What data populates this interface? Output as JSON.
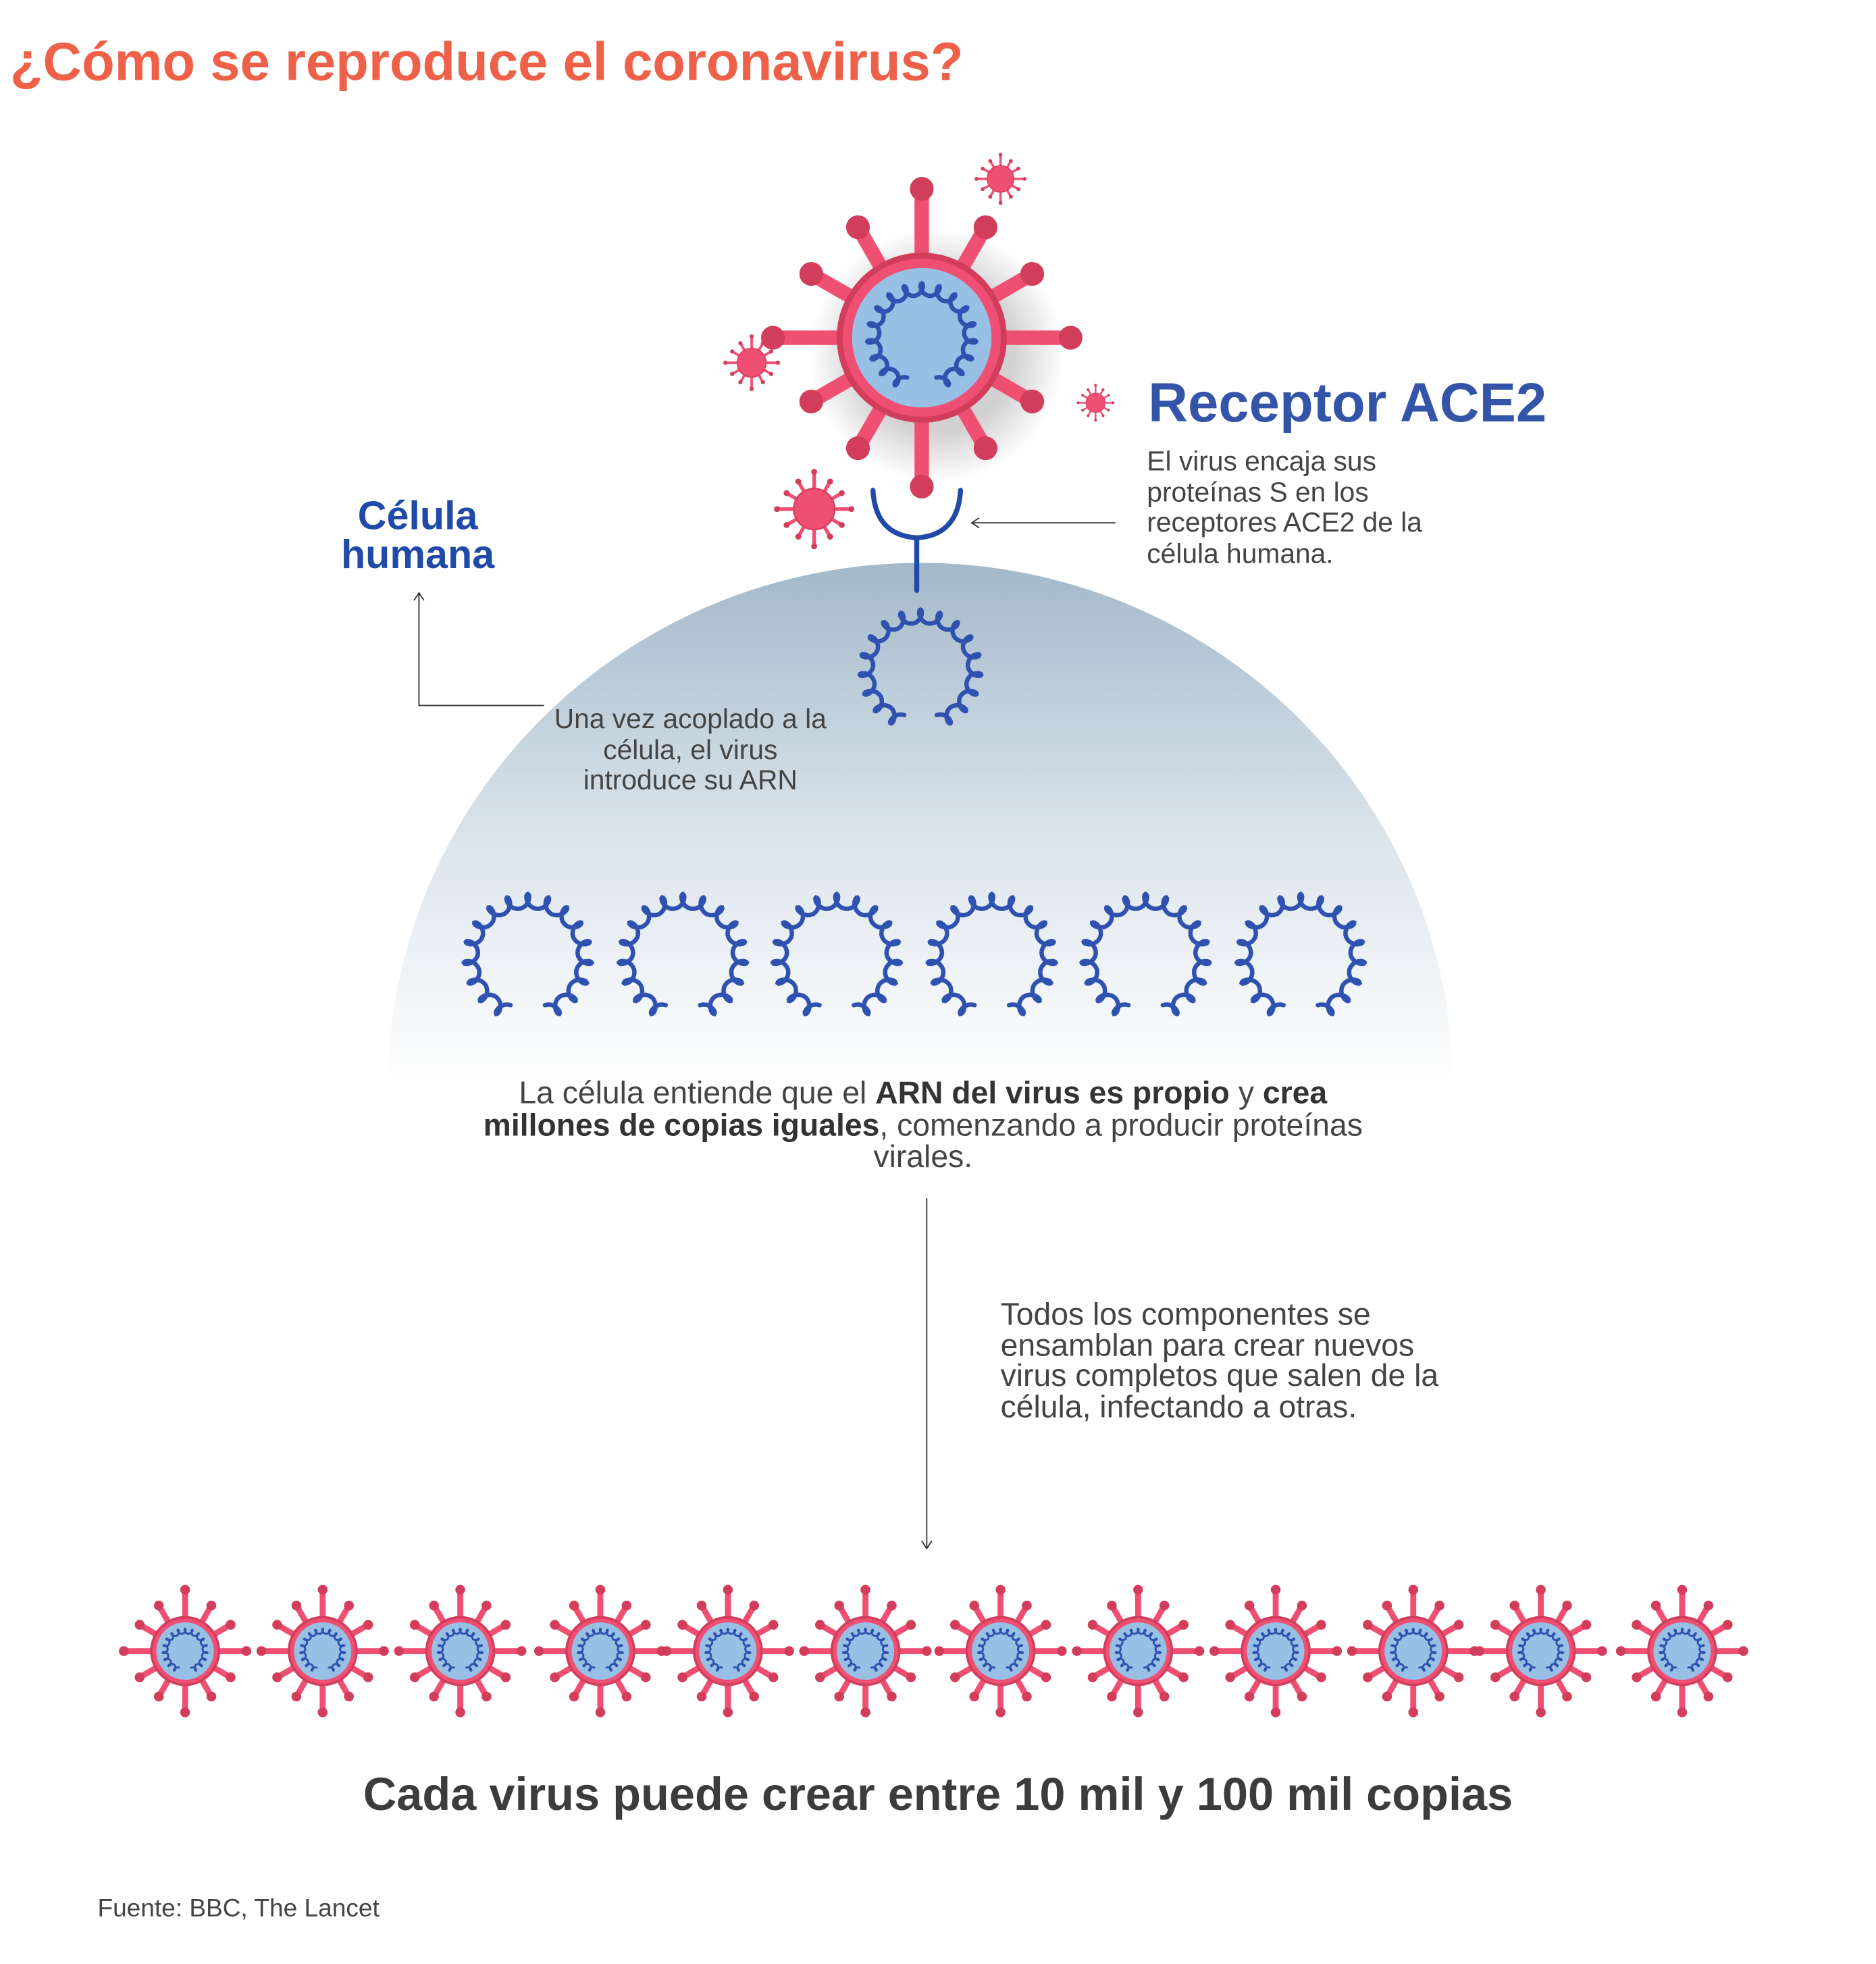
{
  "title": "¿Cómo se reproduce el coronavirus?",
  "receptor": {
    "heading": "Receptor ACE2",
    "text": "El virus encaja sus proteínas S en los receptores ACE2 de la célula humana."
  },
  "cell_label": "Célula humana",
  "attach_text": "Una vez acoplado a la célula, el virus introduce su ARN",
  "replication": {
    "part1": "La célula entiende que el ",
    "bold1": "ARN del virus es propio",
    "part2": " y ",
    "bold2": "crea millones de copias iguales",
    "part3": ", comenzando a producir proteínas virales."
  },
  "assembly_text": "Todos los componentes se ensamblan para crear nuevos virus completos que salen de la célula, infectando a otras.",
  "conclusion": "Cada virus puede crear entre 10 mil y 100 mil copias",
  "source": "Fuente: BBC, The Lancet",
  "counts": {
    "rna_copies_shown": 6,
    "new_viruses_shown": 12
  },
  "colors": {
    "title": "#ee6048",
    "virus": "#ef4f72",
    "virus_dark": "#d23d5c",
    "virus_core": "#97c0e4",
    "rna": "#2f52b0",
    "heading_blue": "#3454a8",
    "text": "#444444"
  }
}
